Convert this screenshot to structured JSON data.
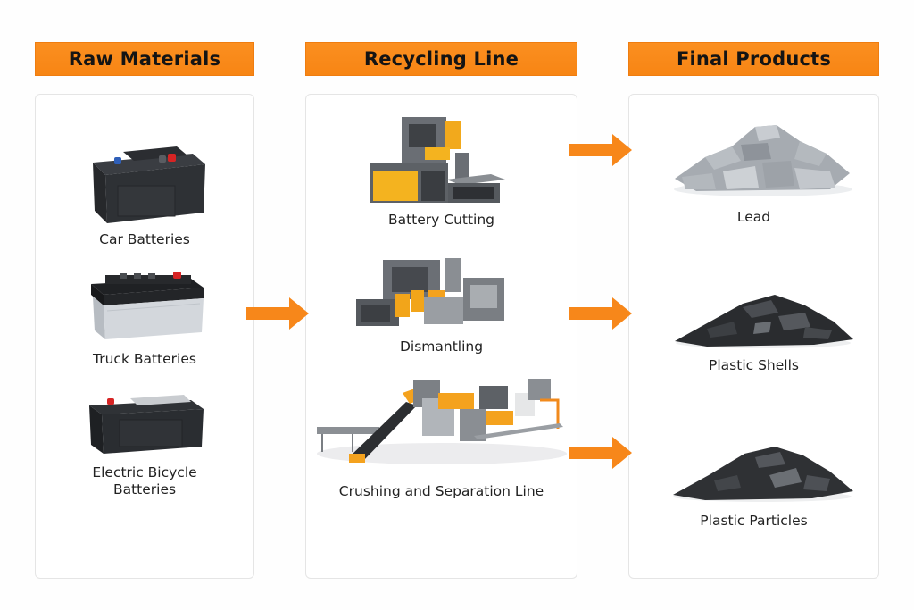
{
  "colors": {
    "accent": "#f7871a",
    "header_text": "#141414",
    "panel_border": "#e5e5e5"
  },
  "columns": [
    {
      "title": "Raw Materials",
      "items": [
        {
          "label": "Car Batteries",
          "image": "car-battery-image"
        },
        {
          "label": "Truck Batteries",
          "image": "truck-battery-image"
        },
        {
          "label_line1": "Electric Bicycle",
          "label_line2": "Batteries",
          "image": "ebike-battery-image"
        }
      ]
    },
    {
      "title": "Recycling Line",
      "items": [
        {
          "label": "Battery Cutting",
          "image": "cutting-machine-image"
        },
        {
          "label": "Dismantling",
          "image": "dismantling-machine-image"
        },
        {
          "label": "Crushing and Separation Line",
          "image": "crushing-line-image"
        }
      ]
    },
    {
      "title": "Final Products",
      "items": [
        {
          "label": "Lead",
          "image": "lead-pile-image"
        },
        {
          "label": "Plastic Shells",
          "image": "plastic-shells-pile-image"
        },
        {
          "label": "Plastic Particles",
          "image": "plastic-particles-pile-image"
        }
      ]
    }
  ],
  "arrows": [
    "raw-to-recycling",
    "recycling-to-lead",
    "recycling-to-plastic-shells",
    "recycling-to-plastic-particles"
  ]
}
